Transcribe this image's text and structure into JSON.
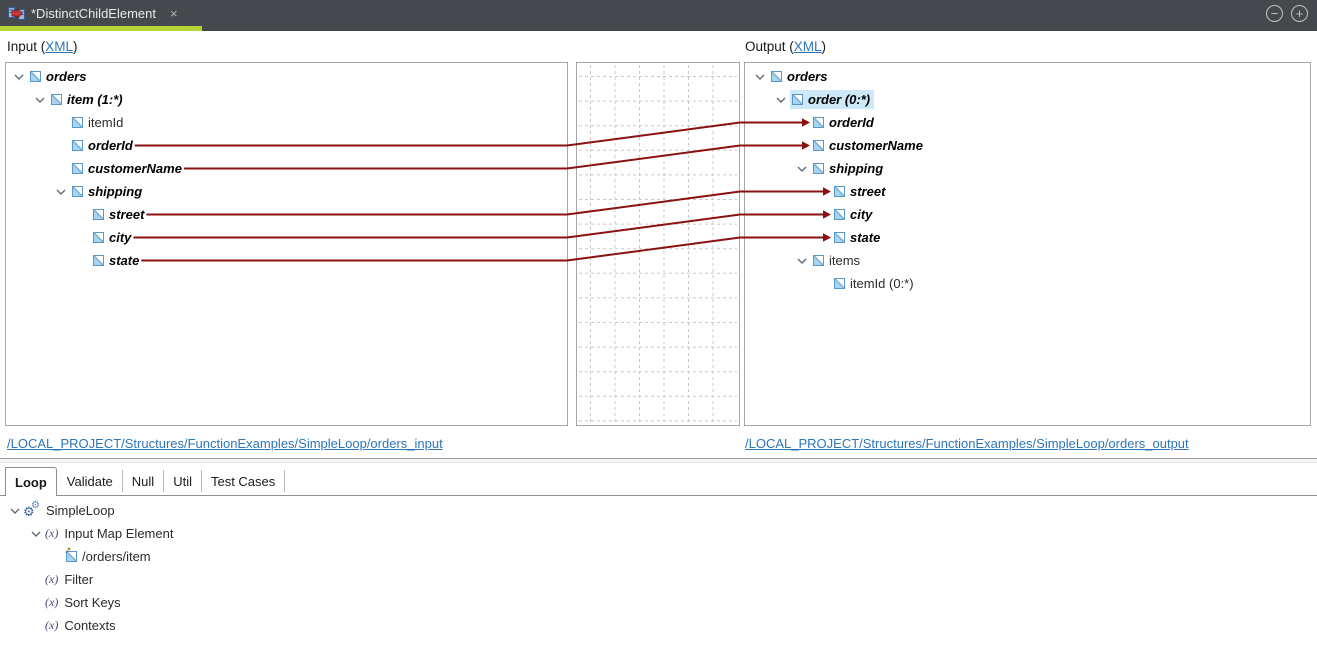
{
  "editor_tab": {
    "title": "*DistinctChildElement",
    "close_glyph": "×"
  },
  "window_controls": {
    "minimize_glyph": "−",
    "maximize_glyph": "+"
  },
  "input_section": {
    "label_prefix": "Input (",
    "link_label": "XML",
    "label_suffix": ")",
    "path_link": "/LOCAL_PROJECT/Structures/FunctionExamples/SimpleLoop/orders_input",
    "tree": [
      {
        "id": "in-orders",
        "label": "orders",
        "depth": 0,
        "chevron": true,
        "mapped": true
      },
      {
        "id": "in-item",
        "label": "item (1:*)",
        "depth": 1,
        "chevron": true,
        "mapped": true
      },
      {
        "id": "in-itemId",
        "label": "itemId",
        "depth": 2,
        "chevron": false,
        "mapped": false
      },
      {
        "id": "in-orderId",
        "label": "orderId",
        "depth": 2,
        "chevron": false,
        "mapped": true
      },
      {
        "id": "in-customerName",
        "label": "customerName",
        "depth": 2,
        "chevron": false,
        "mapped": true
      },
      {
        "id": "in-shipping",
        "label": "shipping",
        "depth": 2,
        "chevron": true,
        "mapped": true
      },
      {
        "id": "in-street",
        "label": "street",
        "depth": 3,
        "chevron": false,
        "mapped": true
      },
      {
        "id": "in-city",
        "label": "city",
        "depth": 3,
        "chevron": false,
        "mapped": true
      },
      {
        "id": "in-state",
        "label": "state",
        "depth": 3,
        "chevron": false,
        "mapped": true
      }
    ]
  },
  "output_section": {
    "label_prefix": "Output (",
    "link_label": "XML",
    "label_suffix": ")",
    "path_link": "/LOCAL_PROJECT/Structures/FunctionExamples/SimpleLoop/orders_output",
    "tree": [
      {
        "id": "out-orders",
        "label": "orders",
        "depth": 0,
        "chevron": true,
        "mapped": true
      },
      {
        "id": "out-order",
        "label": "order (0:*)",
        "depth": 1,
        "chevron": true,
        "mapped": true,
        "selected": true
      },
      {
        "id": "out-orderId",
        "label": "orderId",
        "depth": 2,
        "chevron": false,
        "mapped": true
      },
      {
        "id": "out-customerName",
        "label": "customerName",
        "depth": 2,
        "chevron": false,
        "mapped": true
      },
      {
        "id": "out-shipping",
        "label": "shipping",
        "depth": 2,
        "chevron": true,
        "mapped": true
      },
      {
        "id": "out-street",
        "label": "street",
        "depth": 3,
        "chevron": false,
        "mapped": true
      },
      {
        "id": "out-city",
        "label": "city",
        "depth": 3,
        "chevron": false,
        "mapped": true
      },
      {
        "id": "out-state",
        "label": "state",
        "depth": 3,
        "chevron": false,
        "mapped": true
      },
      {
        "id": "out-items",
        "label": "items",
        "depth": 2,
        "chevron": true,
        "mapped": false
      },
      {
        "id": "out-itemId",
        "label": "itemId (0:*)",
        "depth": 3,
        "chevron": false,
        "mapped": false
      }
    ]
  },
  "connections": [
    {
      "from": "in-orderId",
      "to": "out-orderId"
    },
    {
      "from": "in-customerName",
      "to": "out-customerName"
    },
    {
      "from": "in-street",
      "to": "out-street"
    },
    {
      "from": "in-city",
      "to": "out-city"
    },
    {
      "from": "in-state",
      "to": "out-state"
    }
  ],
  "bottom_panel": {
    "tabs": [
      {
        "label": "Loop",
        "active": true
      },
      {
        "label": "Validate",
        "active": false
      },
      {
        "label": "Null",
        "active": false
      },
      {
        "label": "Util",
        "active": false
      },
      {
        "label": "Test Cases",
        "active": false
      }
    ],
    "tree": [
      {
        "label": "SimpleLoop",
        "depth": 0,
        "chevron": true,
        "icon": "gears"
      },
      {
        "label": "Input Map Element",
        "depth": 1,
        "chevron": true,
        "icon": "function"
      },
      {
        "label": "/orders/item",
        "depth": 2,
        "chevron": false,
        "icon": "element-ref"
      },
      {
        "label": "Filter",
        "depth": 1,
        "chevron": false,
        "icon": "function"
      },
      {
        "label": "Sort Keys",
        "depth": 1,
        "chevron": false,
        "icon": "function"
      },
      {
        "label": "Contexts",
        "depth": 1,
        "chevron": false,
        "icon": "function"
      }
    ],
    "function_icon_glyph": "(x)",
    "gear_glyph": "⚙",
    "ref_arrow_glyph": "↗"
  },
  "colors": {
    "tabbar_bg": "#45494d",
    "active_tab_accent": "#b5d334",
    "map_line": "#8a1111",
    "selection_bg": "#cde8f6",
    "link": "#2e75b6",
    "grid": "#c8c8c8"
  }
}
